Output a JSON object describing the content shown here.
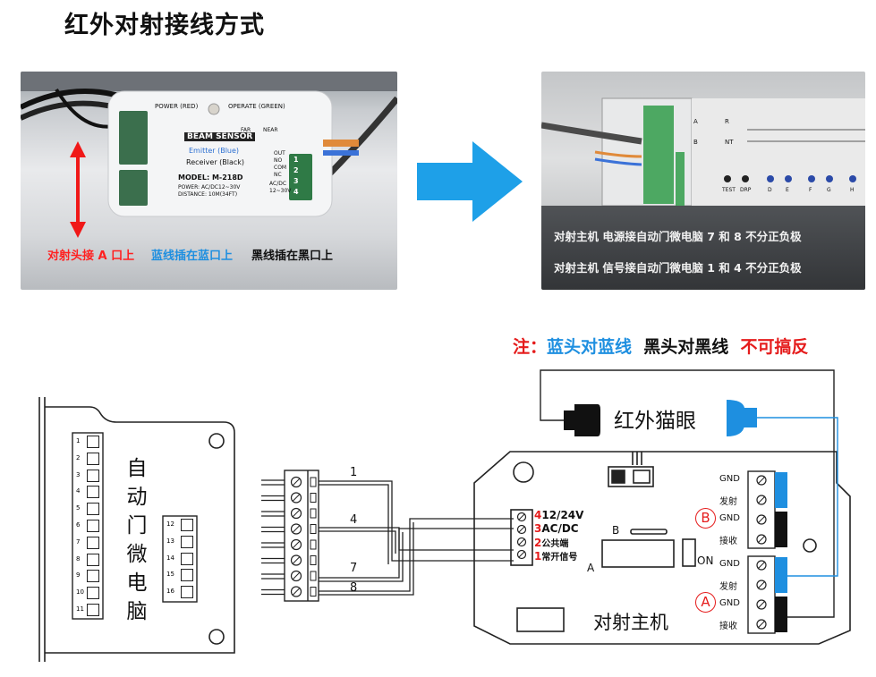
{
  "title": "红外对射接线方式",
  "photo1": {
    "caption_red": "对射头接 A 口上",
    "caption_blue": "蓝线插在蓝口上",
    "caption_black": "黑线插在黑口上",
    "module_lines": [
      "POWER (RED)",
      "OPERATE (GREEN)",
      "BEAM SENSOR",
      "Emitter (Blue)",
      "Receiver (Black)",
      "MODEL: M-218D",
      "POWER: AC/DC12~30V",
      "DISTANCE: 10M(34FT)",
      "FAR",
      "NEAR",
      "OUT",
      "NO",
      "COM",
      "NC",
      "AC/DC",
      "12~30V"
    ],
    "terminal_nums": [
      "1",
      "2",
      "3",
      "4"
    ]
  },
  "photo2": {
    "caption_1": "对射主机  电源接自动门微电脑  7 和 8 不分正负极",
    "caption_2": "对射主机  信号接自动门微电脑  1 和 4 不分正负极",
    "panel_labels": [
      "A",
      "R",
      "B",
      "NT",
      "TEST",
      "DRP",
      "D",
      "E",
      "F",
      "G",
      "H"
    ]
  },
  "note": {
    "prefix": "注：",
    "blue_part": "蓝头对蓝线",
    "black_part": "黑头对黑线",
    "red_part": "不可搞反"
  },
  "ir_label": "红外猫眼",
  "controller": {
    "label": "自动门微电脑",
    "left_terminals": [
      "1",
      "2",
      "3",
      "4",
      "5",
      "6",
      "7",
      "8",
      "9",
      "10",
      "11"
    ],
    "right_terminals": [
      "12",
      "13",
      "14",
      "15",
      "16"
    ]
  },
  "wire_labels": [
    "1",
    "4",
    "7",
    "8"
  ],
  "host": {
    "label": "对射主机",
    "terminals": [
      {
        "num": "4",
        "text": "12/24V"
      },
      {
        "num": "3",
        "text": "AC/DC"
      },
      {
        "num": "2",
        "text": "公共端"
      },
      {
        "num": "1",
        "text": "常开信号"
      }
    ],
    "switch_label": "ON",
    "b_label": "B",
    "a_label": "A",
    "port_b": "B",
    "port_a": "A",
    "port_b_pins": [
      "GND",
      "发射",
      "GND",
      "接收"
    ],
    "port_a_pins": [
      "GND",
      "发射",
      "GND",
      "接收"
    ]
  },
  "colors": {
    "blue": "#1e8fe0",
    "red": "#e51c1c",
    "black": "#111111"
  }
}
